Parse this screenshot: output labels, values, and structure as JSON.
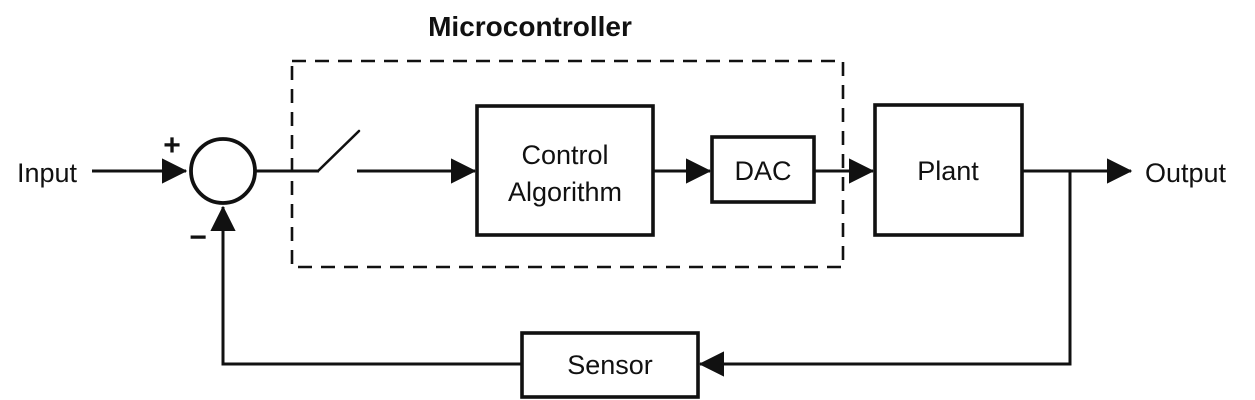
{
  "diagram": {
    "title": "Microcontroller",
    "labels": {
      "input": "Input",
      "output": "Output",
      "plus": "+",
      "minus": "−"
    },
    "blocks": {
      "control_algorithm": {
        "line1": "Control",
        "line2": "Algorithm"
      },
      "dac": {
        "label": "DAC"
      },
      "plant": {
        "label": "Plant"
      },
      "sensor": {
        "label": "Sensor"
      }
    },
    "symbols": {
      "summing_junction": "summing-junction-circle",
      "sampler": "sampler-switch"
    },
    "colors": {
      "line": "#111111",
      "background": "#ffffff"
    }
  }
}
